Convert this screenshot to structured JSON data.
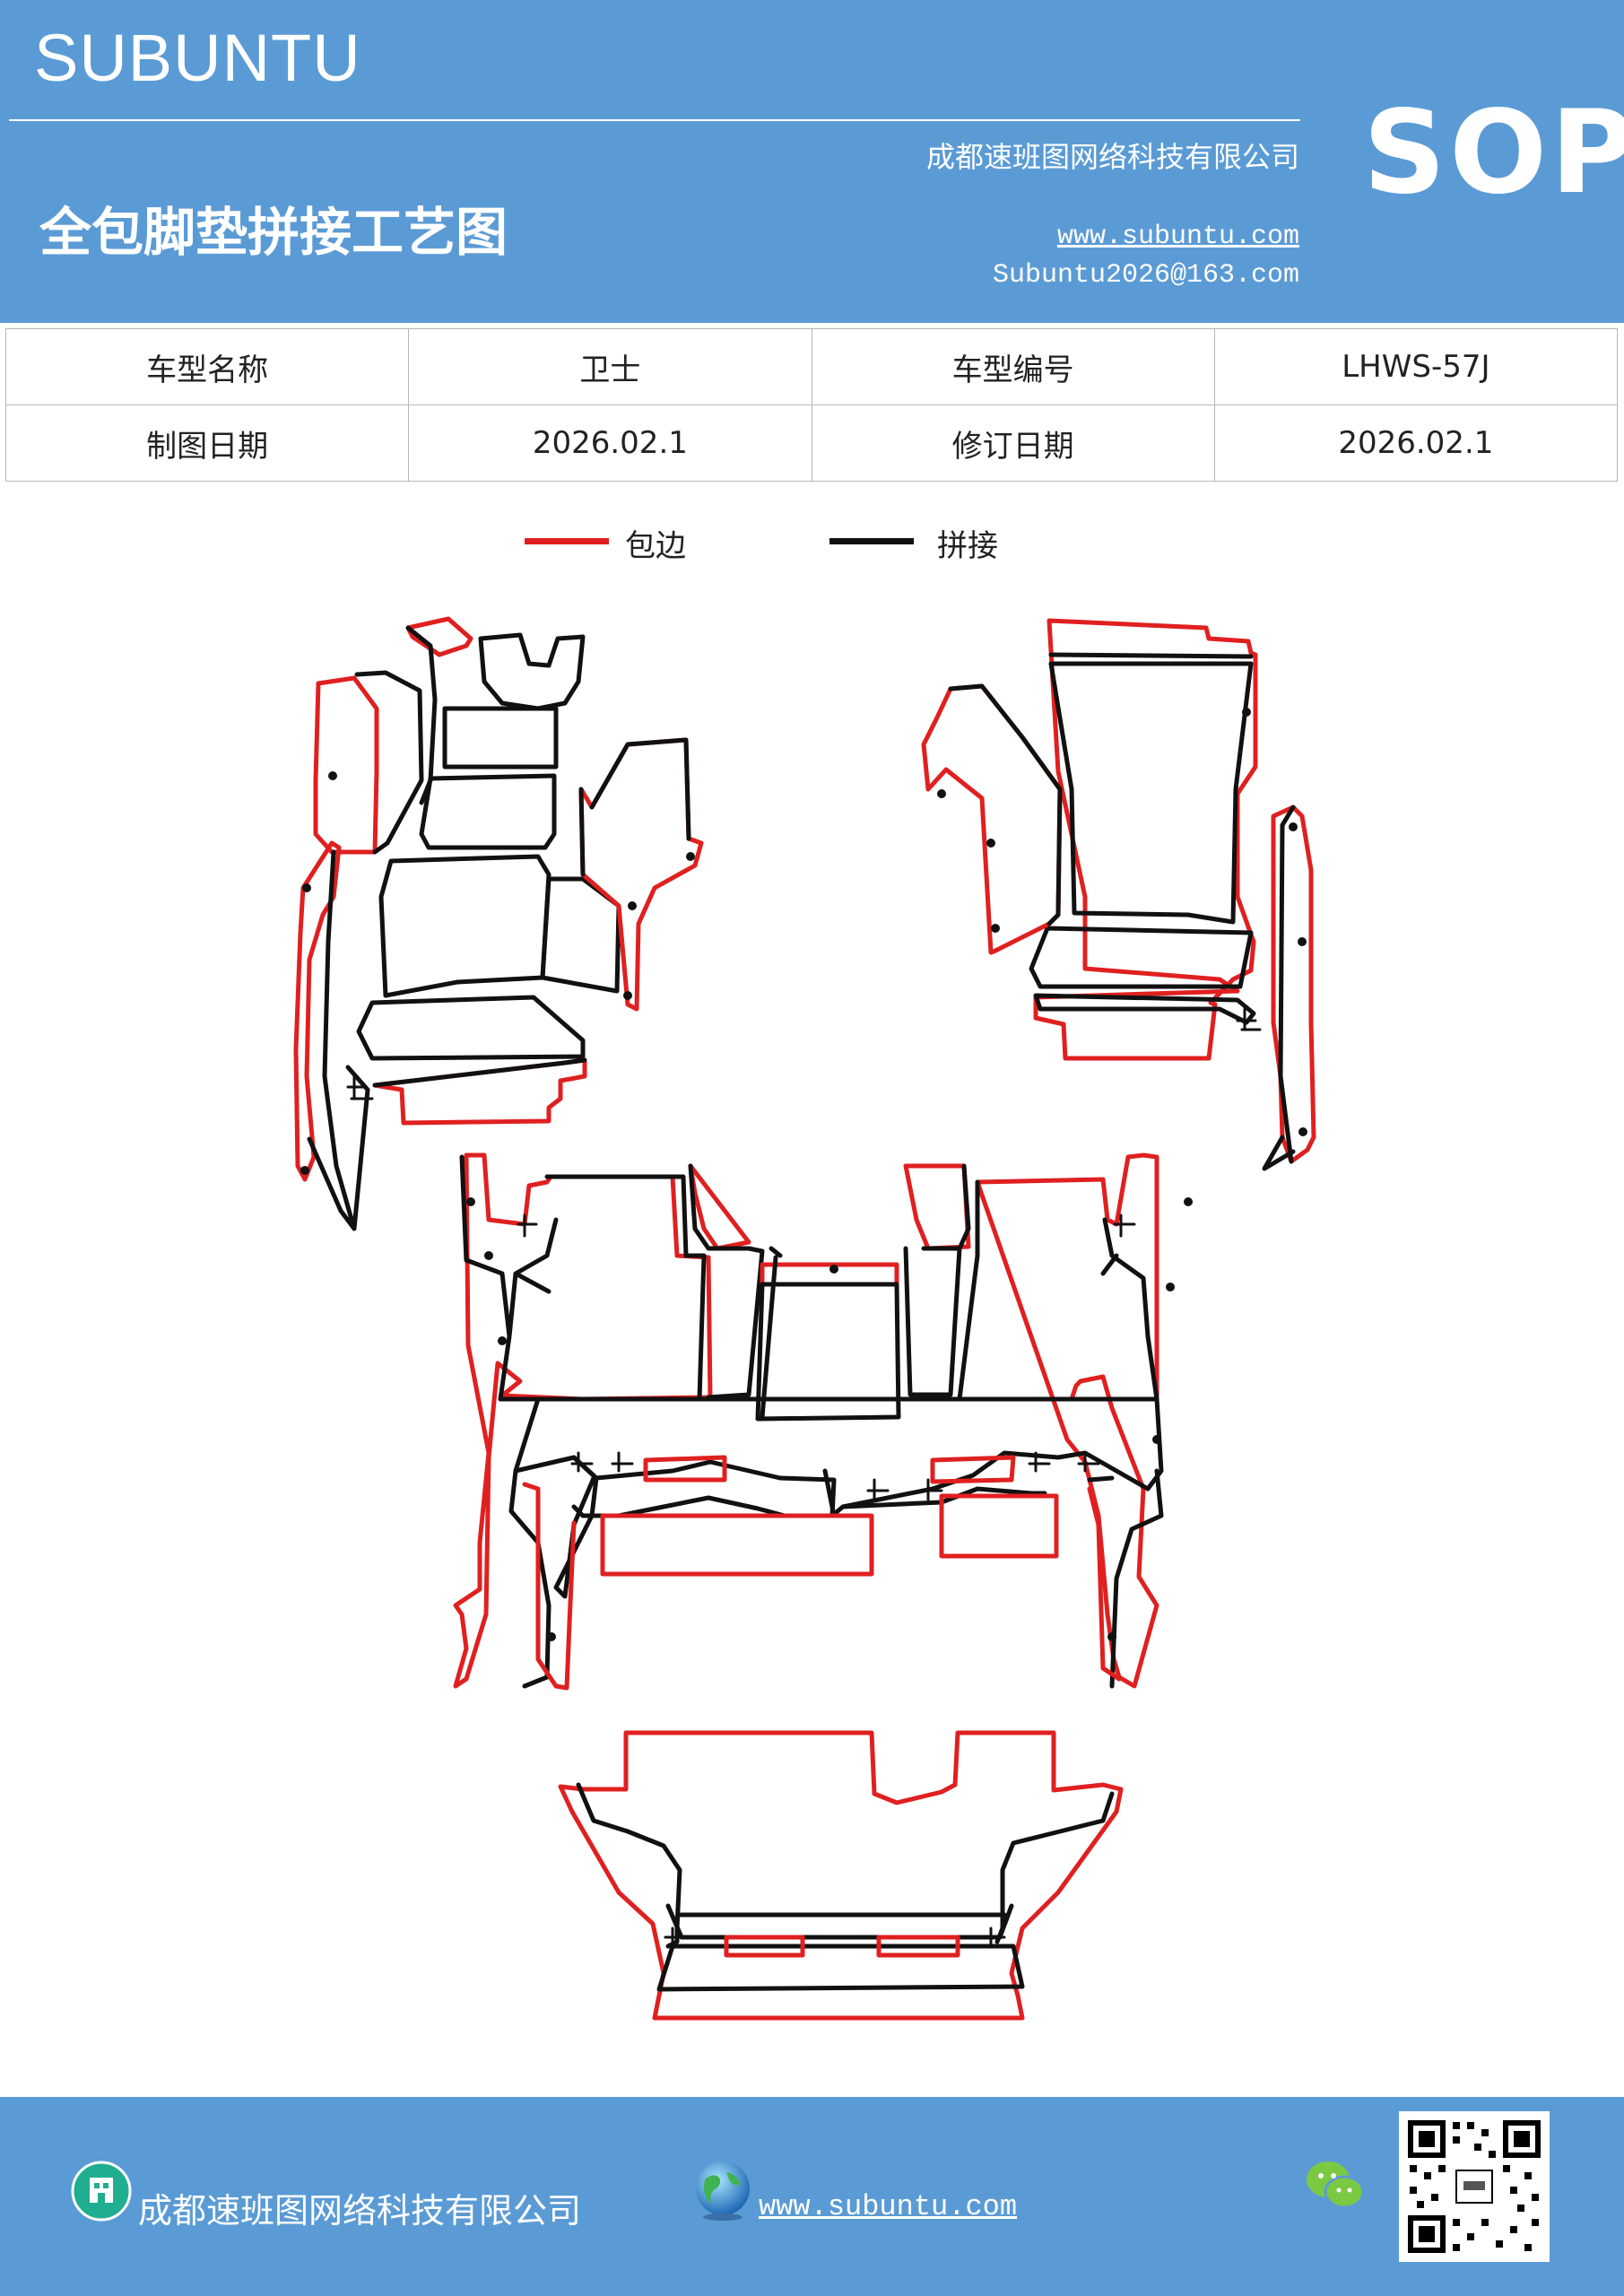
{
  "header": {
    "brand": "SUBUNTU",
    "title": "全包脚垫拼接工艺图",
    "company": "成都速班图网络科技有限公司",
    "website": "www.subuntu.com",
    "email": "Subuntu2026@163.com",
    "badge": "SOP"
  },
  "info": {
    "model_name_label": "车型名称",
    "model_name": "卫士",
    "model_code_label": "车型编号",
    "model_code": "LHWS-57J",
    "draw_date_label": "制图日期",
    "draw_date": "2026.02.1",
    "revise_date_label": "修订日期",
    "revise_date": "2026.02.1"
  },
  "legend": {
    "edge_label": "包边",
    "edge_color": "#e02020",
    "splice_label": "拼接",
    "splice_color": "#111111"
  },
  "footer": {
    "company": "成都速班图网络科技有限公司",
    "website": "www.subuntu.com",
    "icons": [
      "building-icon",
      "globe-icon",
      "wechat-icon",
      "qr-code"
    ]
  }
}
